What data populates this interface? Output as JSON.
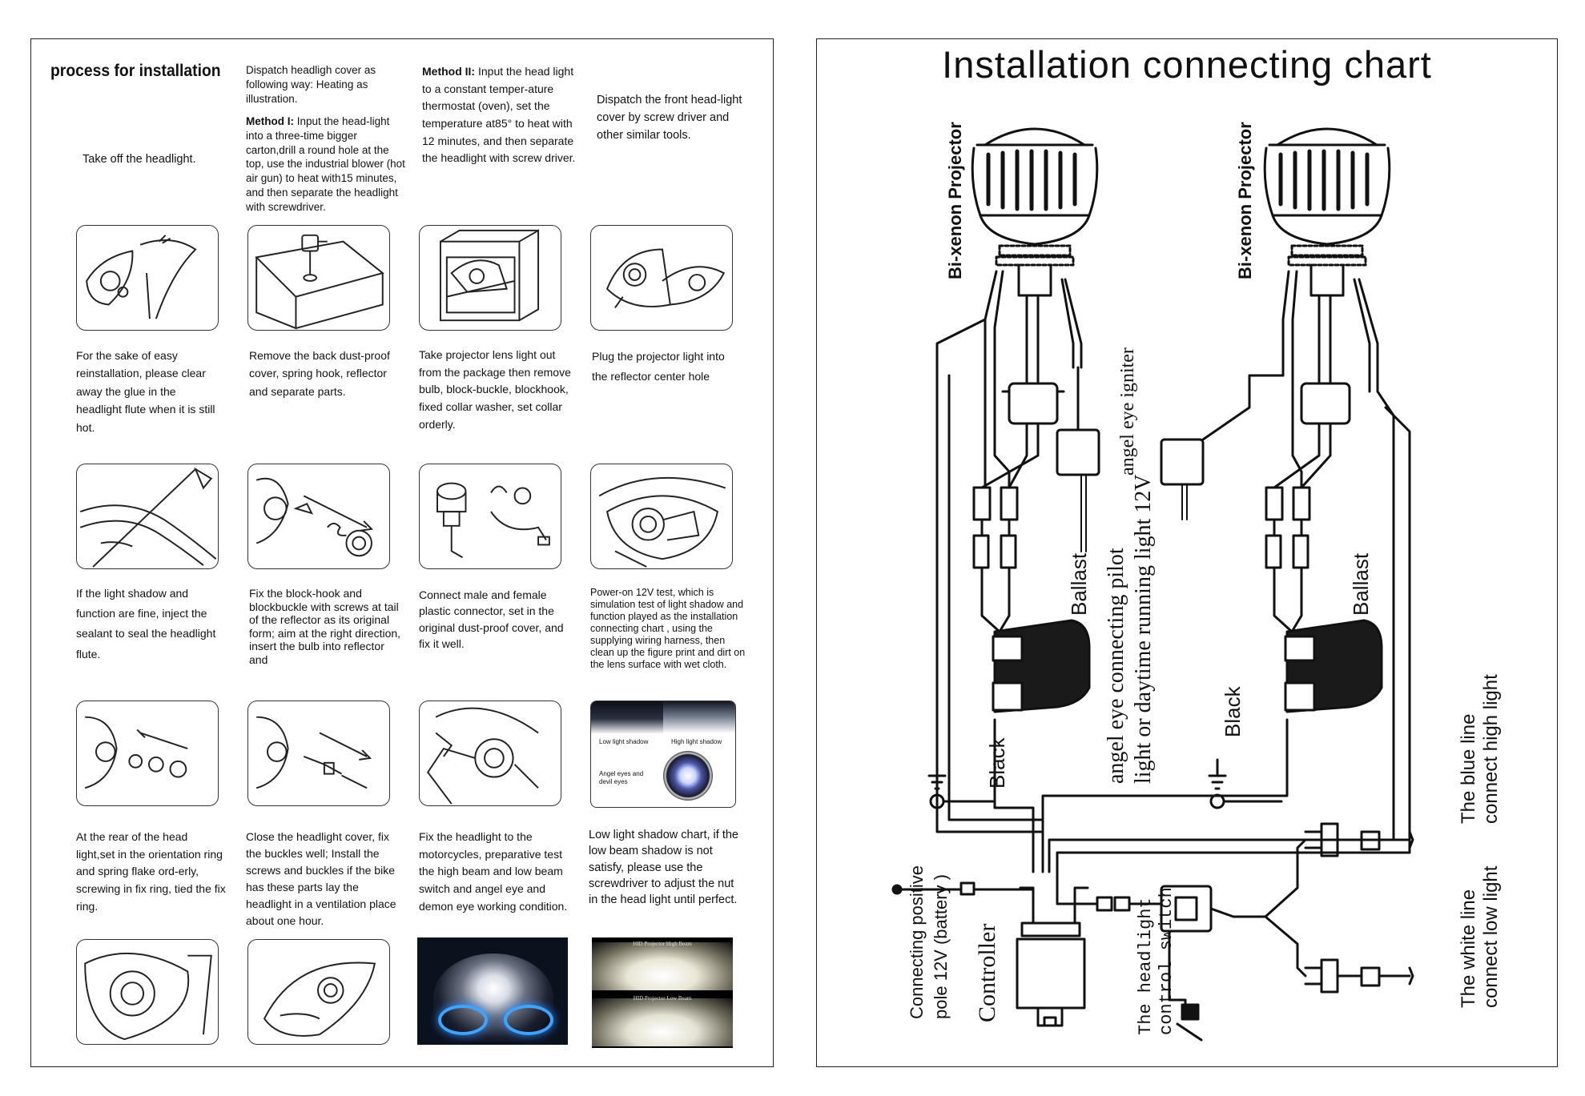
{
  "left": {
    "title": "process for installation",
    "intro": {
      "take_off": "Take off the headlight.",
      "dispatch_heating": "Dispatch headligh cover as following way: Heating as illustration.",
      "method1_label": "Method I:",
      "method1_text": " Input the head-light into a three-time bigger carton,drill a round hole at the top, use the industrial blower (hot air gun) to heat with15 minutes, and then separate the headlight with screwdriver.",
      "method2_label": "Method II:",
      "method2_text": " Input the head light to a constant temper-ature thermostat (oven), set the temperature at85° to heat with 12 minutes, and then separate the headlight with screw driver.",
      "dispatch_screw": "Dispatch the front head-light cover by screw driver and other similar tools."
    },
    "row1": [
      "For the sake of easy reinstallation, please clear away the glue in the headlight flute when it is still hot.",
      "Remove the back dust-proof cover, spring hook, reflector and separate parts.",
      "Take projector lens light out from the package then remove bulb, block-buckle, blockhook, fixed collar washer, set collar orderly.",
      "Plug the projector light into the reflector center hole"
    ],
    "row2": [
      "If the light shadow and function are fine, inject the sealant to seal the headlight flute.",
      "Fix the block-hook and blockbuckle with screws at tail of the reflector as its original form; aim at the right direction, insert the bulb into reflector and",
      "Connect male and female plastic connector, set in the original dust-proof cover, and fix it well.",
      "Power-on 12V test, which is simulation test of light shadow and function played as the installation connecting chart , using the supplying wiring harness, then clean up the figure print and dirt on the lens surface with wet cloth."
    ],
    "row3": [
      "At the rear of the head light,set in the orientation ring and spring flake ord-erly, screwing in fix ring, tied the fix ring.",
      "Close the headlight cover, fix the buckles well; Install the screws and buckles if the bike has these parts lay the headlight in a ventilation place about one hour.",
      "Fix the headlight to the motorcycles, preparative test the high beam and low beam switch and angel eye and demon eye working condition.",
      "Low light shadow chart, if the low beam shadow is not satisfy, please use the screwdriver to adjust the nut in the head light until perfect."
    ],
    "shadow_labels": {
      "low": "Low light shadow",
      "high": "High light shadow",
      "angel": "Angel eyes and devil eyes"
    },
    "beam_labels": {
      "high": "HID Projector High Beam",
      "low": "HID Projector Low Beam"
    }
  },
  "right": {
    "title": "Installation connecting chart",
    "labels": {
      "projector_left": "Bi-xenon Projector",
      "projector_right": "Bi-xenon Projector",
      "igniter": "angel eye igniter",
      "pilot_1": "angel eye connecting pilot",
      "pilot_2": "light or daytime running light 12V",
      "ballast_left": "Ballast",
      "ballast_right": "Ballast",
      "black_left": "Black",
      "black_right": "Black",
      "blue_1": "The blue line",
      "blue_2": "connect high light",
      "white_1": "The white line",
      "white_2": "connect low light",
      "positive_1": "Connecting positive",
      "positive_2": "pole 12V (battery )",
      "controller": "Controller",
      "switch_1": "The headlight",
      "switch_2": "control switch"
    }
  }
}
